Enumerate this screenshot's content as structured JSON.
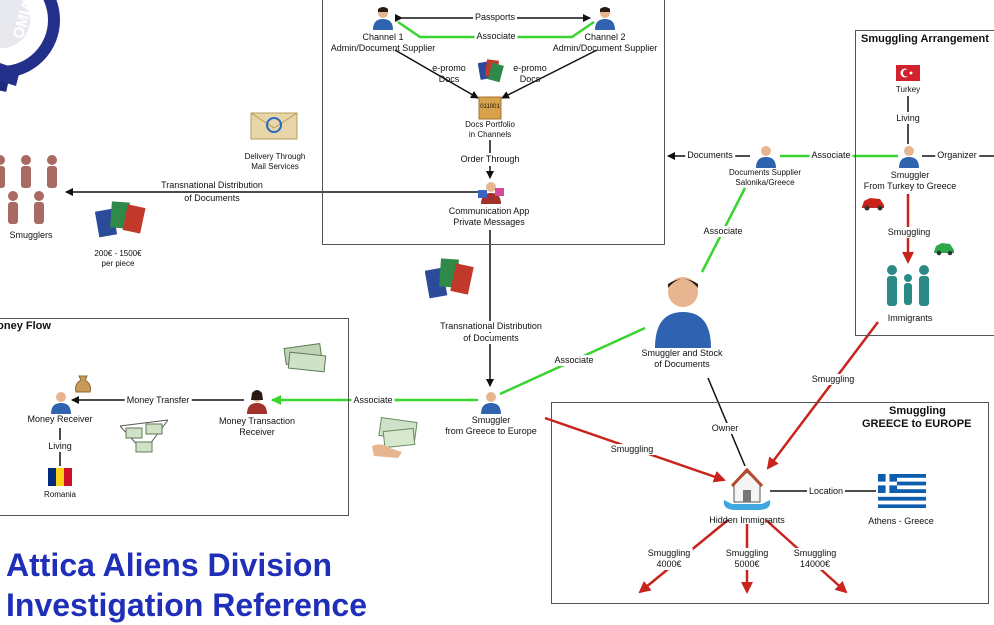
{
  "logo": {
    "text": "OMIA"
  },
  "headings": {
    "main": "Attica Aliens Division",
    "sub": "Investigation Reference"
  },
  "boxes": {
    "arrangement": "Smuggling Arrangement",
    "money_flow": "Money Flow",
    "greece_europe_1": "Smuggling",
    "greece_europe_2": "GREECE to EUROPE"
  },
  "nodes": {
    "channel1": [
      "Channel 1",
      "Admin/Document Supplier"
    ],
    "channel2": [
      "Channel 2",
      "Admin/Document Supplier"
    ],
    "eprom_left": [
      "e-promo",
      "Docs"
    ],
    "eprom_right": [
      "e-promo",
      "Docs"
    ],
    "portfolio_code": "011001",
    "portfolio": [
      "Docs Portfolio",
      "in Channels"
    ],
    "comm_app": [
      "Communication App",
      "Private Messages"
    ],
    "delivery": [
      "Delivery Through",
      "Mail Services"
    ],
    "smugglers": "Smugglers",
    "price": [
      "200€ - 1500€",
      "per piece"
    ],
    "doc_supplier": [
      "Documents Supplier",
      "Salonika/Greece"
    ],
    "turkey": "Turkey",
    "smuggler_turkey": [
      "Smuggler",
      "From Turkey to Greece"
    ],
    "immigrants": "Immigrants",
    "stock": [
      "Smuggler and Stock",
      "of Documents"
    ],
    "smuggler_europe": [
      "Smuggler",
      "from Greece to Europe"
    ],
    "money_tx": [
      "Money Transaction",
      "Receiver"
    ],
    "money_receiver": "Money Receiver",
    "romania": "Romania",
    "hidden": "Hidden Immigrants",
    "athens": "Athens - Greece"
  },
  "edges": {
    "passports": "Passports",
    "associate_top": "Associate",
    "order_through": "Order Through",
    "trans_dist_left": [
      "Transnational Distribution",
      "of Documents"
    ],
    "documents": "Documents",
    "associate_supplier_org": "Associate",
    "organizer": "Organizer",
    "living_turkey": "Living",
    "smuggling_turkey": "Smuggling",
    "associate_supplier_stock": "Associate",
    "trans_dist_center": [
      "Transnational Distribution",
      "of Documents"
    ],
    "associate_stock_europe": "Associate",
    "associate_money": "Associate",
    "money_transfer": "Money Transfer",
    "living_romania": "Living",
    "owner": "Owner",
    "smuggling_to_hidden": "Smuggling",
    "smuggling_from_immigrants": "Smuggling",
    "location": "Location",
    "out1": [
      "Smuggling",
      "4000€"
    ],
    "out2": [
      "Smuggling",
      "5000€"
    ],
    "out3": [
      "Smuggling",
      "14000€"
    ]
  },
  "colors": {
    "associate": "#39d42f",
    "smuggling": "#c8231c",
    "neutral": "#111111",
    "heading": "#1f2fb8",
    "person_blue": "#2f63b0",
    "person_red": "#a2302b",
    "group_red": "#a96a63",
    "group_teal": "#2a8a86"
  },
  "icons": [
    "person-icon",
    "passport-icon",
    "envelope-icon",
    "group-icon",
    "folder-icon",
    "money-icon",
    "house-icon",
    "flag-icon",
    "car-icon"
  ]
}
